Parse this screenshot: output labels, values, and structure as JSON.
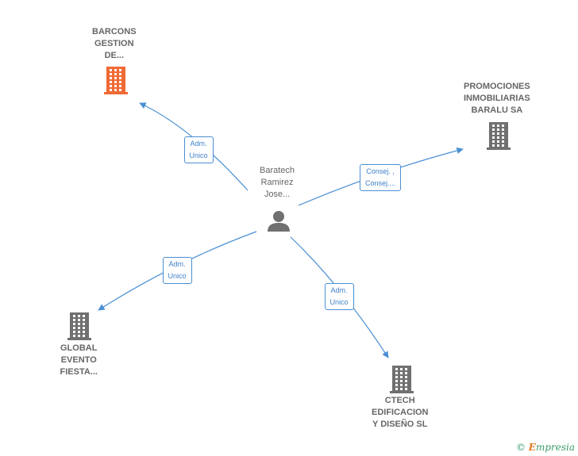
{
  "colors": {
    "edge": "#4a8fd4",
    "building_default": "#707070",
    "building_highlight": "#f06a35",
    "person": "#707070"
  },
  "nodes": [
    {
      "id": "person",
      "icon": "person-icon",
      "lines": [
        "Baratech",
        "Ramirez",
        "Jose..."
      ]
    },
    {
      "id": "barcons",
      "icon": "building-icon",
      "highlight": true,
      "lines": [
        "BARCONS",
        "GESTION",
        "DE..."
      ]
    },
    {
      "id": "promociones",
      "icon": "building-icon",
      "lines": [
        "PROMOCIONES",
        "INMOBILIARIAS",
        "BARALU SA"
      ]
    },
    {
      "id": "global",
      "icon": "building-icon",
      "lines": [
        "GLOBAL",
        "EVENTO",
        "FIESTA..."
      ]
    },
    {
      "id": "ctech",
      "icon": "building-icon",
      "lines": [
        "CTECH",
        "EDIFICACION",
        "Y DISEÑO  SL"
      ]
    }
  ],
  "edges": [
    {
      "to": "barcons",
      "lines": [
        "Adm.",
        "Unico"
      ]
    },
    {
      "to": "promociones",
      "lines": [
        "Consej. ,",
        "Consej...."
      ]
    },
    {
      "to": "global",
      "lines": [
        "Adm.",
        "Unico"
      ]
    },
    {
      "to": "ctech",
      "lines": [
        "Adm.",
        "Unico"
      ]
    }
  ],
  "watermark": {
    "copyright": "©",
    "brand_e": "E",
    "brand_rest": "mpresia"
  }
}
